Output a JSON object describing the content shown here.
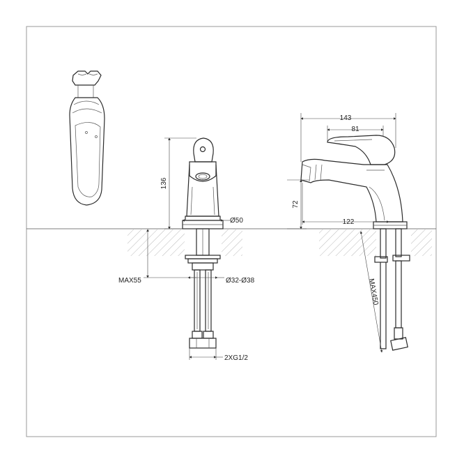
{
  "dimensions": {
    "width_143": "143",
    "width_81": "81",
    "height_136": "136",
    "height_72": "72",
    "reach_122": "122",
    "base_dia": "Ø50",
    "hole_dia": "Ø32-Ø38",
    "max_counter": "MAX55",
    "max_hose": "MAX450",
    "connection": "2XG1/2"
  }
}
